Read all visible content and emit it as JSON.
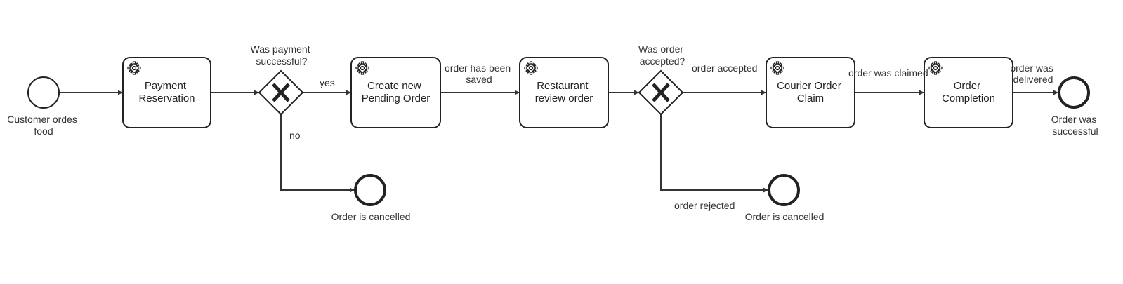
{
  "events": {
    "start": "Customer ordes food",
    "end_cancel_1": "Order is cancelled",
    "end_cancel_2": "Order is cancelled",
    "end_success": "Order was successful"
  },
  "tasks": {
    "payment": [
      "Payment",
      "Reservation"
    ],
    "create_order": [
      "Create new",
      "Pending Order"
    ],
    "restaurant": [
      "Restaurant",
      "review order"
    ],
    "courier": [
      "Courier Order",
      "Claim"
    ],
    "completion": [
      "Order",
      "Completion"
    ]
  },
  "gateways": {
    "payment": [
      "Was payment",
      "successful?"
    ],
    "order": [
      "Was order",
      "accepted?"
    ]
  },
  "flows": {
    "yes": "yes",
    "no": "no",
    "order_saved": [
      "order has been",
      "saved"
    ],
    "order_accepted": "order accepted",
    "order_rejected": "order rejected",
    "order_claimed": "order was claimed",
    "order_delivered": [
      "order was",
      "delivered"
    ]
  },
  "colors": {
    "stroke": "#222222",
    "text": "#333333",
    "background": "#ffffff"
  },
  "icons": {
    "task_marker": "gear-icon",
    "gateway_marker": "x-exclusive-icon"
  }
}
